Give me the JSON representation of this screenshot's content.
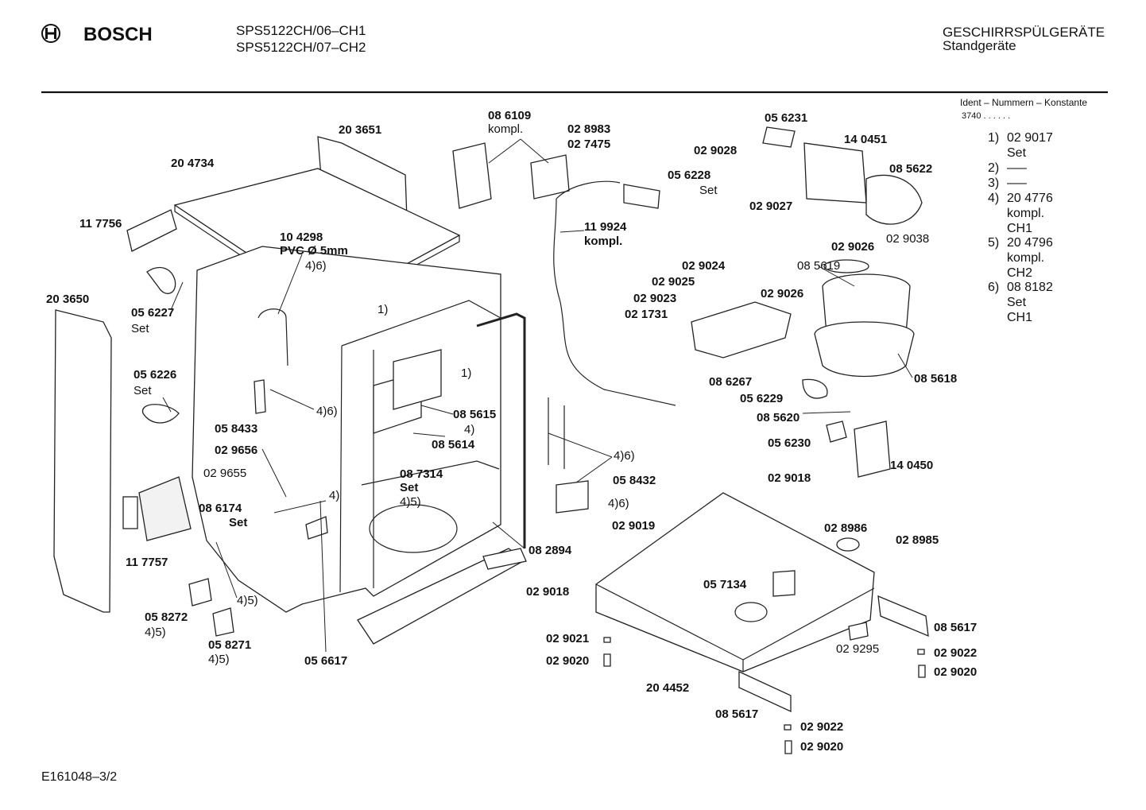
{
  "header": {
    "brand": "BOSCH",
    "models": [
      "SPS5122CH/06–CH1",
      "SPS5122CH/07–CH2"
    ],
    "category": "GESCHIRRSPÜLGERÄTE",
    "subcategory": "Standgeräte"
  },
  "ident": {
    "title": "Ident – Nummern – Konstante",
    "value": "3740 . .  .  .  . .",
    "notes": [
      {
        "num": "1)",
        "lines": [
          "02 9017",
          "Set"
        ]
      },
      {
        "num": "2)",
        "lines": [
          "—–"
        ]
      },
      {
        "num": "3)",
        "lines": [
          "—–"
        ]
      },
      {
        "num": "4)",
        "lines": [
          "20 4776",
          "kompl.",
          "CH1"
        ]
      },
      {
        "num": "5)",
        "lines": [
          "20 4796",
          "kompl.",
          "CH2"
        ]
      },
      {
        "num": "6)",
        "lines": [
          "08 8182",
          "Set",
          "CH1"
        ]
      }
    ]
  },
  "labels": {
    "l203651": "20 3651",
    "l204734": "20 4734",
    "l117756": "11 7756",
    "l203650": "20 3650",
    "l104298": "10 4298",
    "pvc": "PVC Ø 5mm",
    "n46a": "4)6)",
    "l056227": "05 6227",
    "set1": "Set",
    "n1a": "1)",
    "n1b": "1)",
    "l056226": "05 6226",
    "set2": "Set",
    "n46b": "4)6)",
    "l058433": "05 8433",
    "l085615": "08 5615",
    "n4a": "4)",
    "l085614": "08 5614",
    "l029656": "02 9656",
    "l029655": "02 9655",
    "l087314": "08 7314",
    "set3": "Set",
    "n45a": "4)5)",
    "l086174": "08 6174",
    "set4": "Set",
    "n4b": "4)",
    "l117757": "11 7757",
    "n45b": "4)5)",
    "l058272": "05 8272",
    "n45c": "4)5)",
    "l058271": "05 8271",
    "n45d": "4)5)",
    "l056617": "05 6617",
    "l086109": "08 6109",
    "kompl1": "kompl.",
    "l028983": "02 8983",
    "l027475": "02 7475",
    "l119924": "11 9924",
    "kompl2": "kompl.",
    "l056228": "05 6228",
    "set5": "Set",
    "l056231": "05 6231",
    "l140451": "14 0451",
    "l029028": "02 9028",
    "l085622": "08 5622",
    "l029027": "02 9027",
    "l029026a": "02 9026",
    "l029038": "02 9038",
    "l029024": "02 9024",
    "l085619": "08 5619",
    "l029025": "02 9025",
    "l029026b": "02 9026",
    "l029023": "02 9023",
    "l021731": "02 1731",
    "l086267": "08 6267",
    "l085618": "08 5618",
    "l056229": "05 6229",
    "l085620": "08 5620",
    "l056230": "05 6230",
    "l140450": "14 0450",
    "n46c": "4)6)",
    "l058432": "05 8432",
    "n46d": "4)6)",
    "l029018a": "02 9018",
    "l029019": "02 9019",
    "l082894": "08 2894",
    "l029018b": "02 9018",
    "l028986": "02 8986",
    "l028985": "02 8985",
    "l057134": "05 7134",
    "l085617a": "08 5617",
    "l029295": "02 9295",
    "l029021": "02 9021",
    "l029020a": "02 9020",
    "l029022a": "02 9022",
    "l029020b": "02 9020",
    "l204452": "20 4452",
    "l085617b": "08 5617",
    "l029022b": "02 9022",
    "l029020c": "02 9020"
  },
  "footer": {
    "code": "E161048–3/2"
  }
}
